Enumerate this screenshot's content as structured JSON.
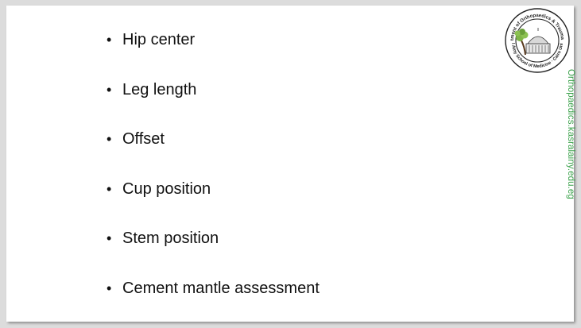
{
  "slide": {
    "bullets": [
      {
        "text": "Hip center"
      },
      {
        "text": "Leg length"
      },
      {
        "text": "Offset"
      },
      {
        "text": "Cup position"
      },
      {
        "text": "Stem position"
      },
      {
        "text": "Cement mantle assessment"
      }
    ],
    "bullet_glyph": "•",
    "side_url": "Orthopaedics.kasralainy.edu.eg",
    "logo": {
      "icon": "department-seal-icon",
      "ring_text_top": "Department of Orthopaedics & Traumatology",
      "ring_text_bottom": "Kasr Al Ainy School of Medicine · Cairo University"
    }
  },
  "colors": {
    "url_green": "#3aa14a",
    "text": "#111111",
    "frame": "#dcdcdc"
  }
}
